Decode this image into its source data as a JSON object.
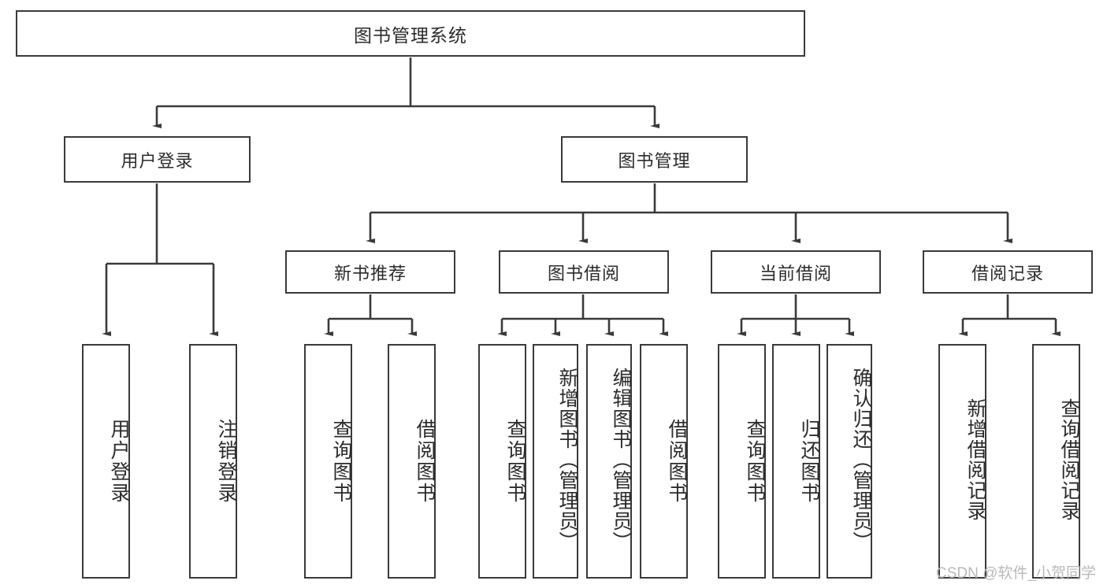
{
  "diagram": {
    "type": "tree",
    "title": "图书管理系统",
    "orientation": "top-down",
    "background_color": "#ffffff",
    "border_color": "#3a3a3a",
    "text_color": "#2b2b2b",
    "watermark": "CSDN @软件_小贺同学",
    "nodes": {
      "root": {
        "label": "图书管理系统"
      },
      "level2": [
        {
          "id": "user-login",
          "label": "用户登录"
        },
        {
          "id": "book-manage",
          "label": "图书管理"
        }
      ],
      "level3": [
        {
          "id": "new-book-recommend",
          "label": "新书推荐"
        },
        {
          "id": "book-borrow",
          "label": "图书借阅"
        },
        {
          "id": "current-borrow",
          "label": "当前借阅"
        },
        {
          "id": "borrow-record",
          "label": "借阅记录"
        }
      ],
      "leaves": {
        "user_login": [
          {
            "id": "leaf-user-login",
            "label": "用户登录"
          },
          {
            "id": "leaf-logout-login",
            "label": "注销登录"
          }
        ],
        "new_book_recommend": [
          {
            "id": "leaf-query-book-1",
            "label": "查询图书"
          },
          {
            "id": "leaf-borrow-book-1",
            "label": "借阅图书"
          }
        ],
        "book_borrow": [
          {
            "id": "leaf-query-book-2",
            "label": "查询图书"
          },
          {
            "id": "leaf-add-book-admin",
            "label": "新增图书（管理员）"
          },
          {
            "id": "leaf-edit-book-admin",
            "label": "编辑图书（管理员）"
          },
          {
            "id": "leaf-borrow-book-2",
            "label": "借阅图书"
          }
        ],
        "current_borrow": [
          {
            "id": "leaf-query-book-3",
            "label": "查询图书"
          },
          {
            "id": "leaf-return-book",
            "label": "归还图书"
          },
          {
            "id": "leaf-confirm-return-admin",
            "label": "确认归还（管理员）"
          }
        ],
        "borrow_record": [
          {
            "id": "leaf-add-borrow-record",
            "label": "新增借阅记录"
          },
          {
            "id": "leaf-query-borrow-record",
            "label": "查询借阅记录"
          }
        ]
      }
    }
  }
}
